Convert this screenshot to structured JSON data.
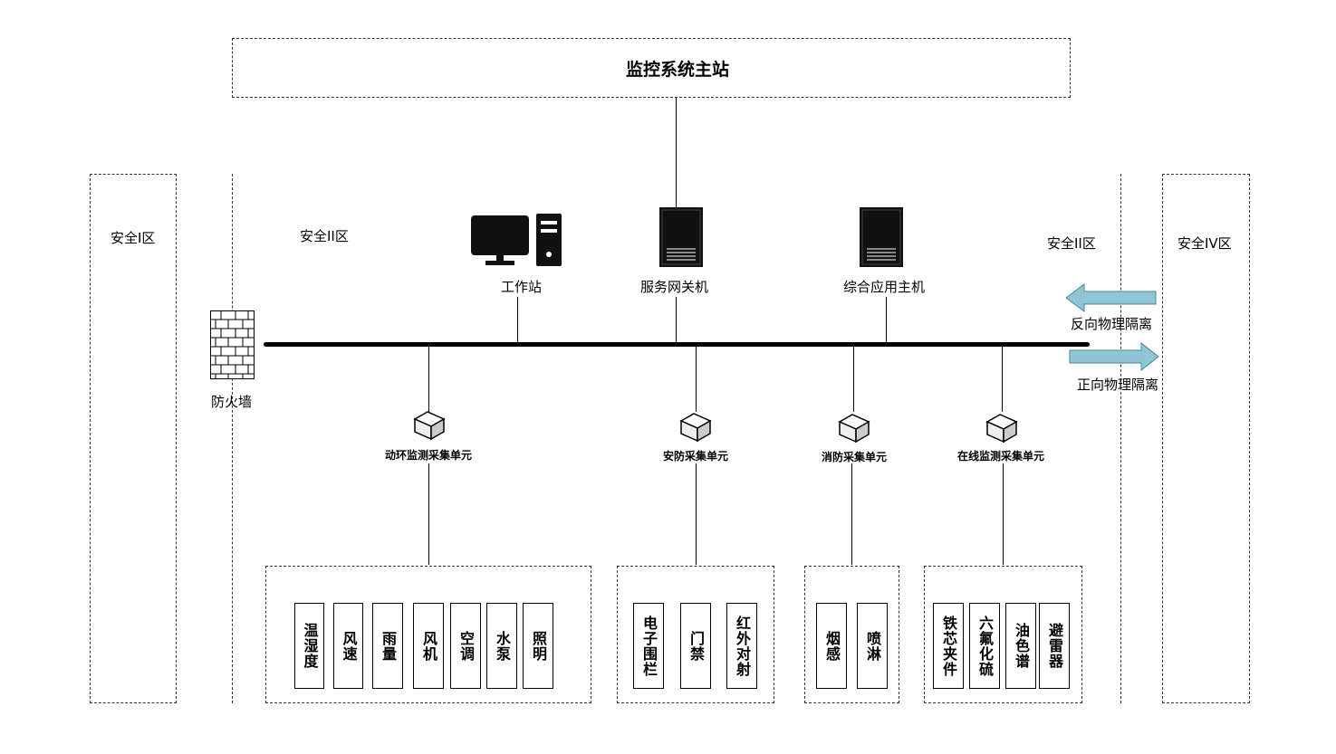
{
  "master_station": {
    "title": "监控系统主站"
  },
  "zones": {
    "zone1": "安全I区",
    "zone2_left": "安全II区",
    "zone2_right": "安全II区",
    "zone4": "安全IV区"
  },
  "nodes": {
    "workstation": "工作站",
    "gateway": "服务网关机",
    "app_host": "综合应用主机",
    "firewall": "防火墙"
  },
  "isolation": {
    "reverse": "反向物理隔离",
    "forward": "正向物理隔离",
    "arrow_color": "#8EC6D4"
  },
  "units": [
    {
      "label": "动环监测采集单元",
      "items": [
        "温湿度",
        "风速",
        "雨量",
        "风机",
        "空调",
        "水泵",
        "照明"
      ]
    },
    {
      "label": "安防采集单元",
      "items": [
        "电子围栏",
        "门禁",
        "红外对射"
      ]
    },
    {
      "label": "消防采集单元",
      "items": [
        "烟感",
        "喷淋"
      ]
    },
    {
      "label": "在线监测采集单元",
      "items": [
        "铁芯夹件",
        "六氟化硫",
        "油色谱",
        "避雷器"
      ]
    }
  ]
}
